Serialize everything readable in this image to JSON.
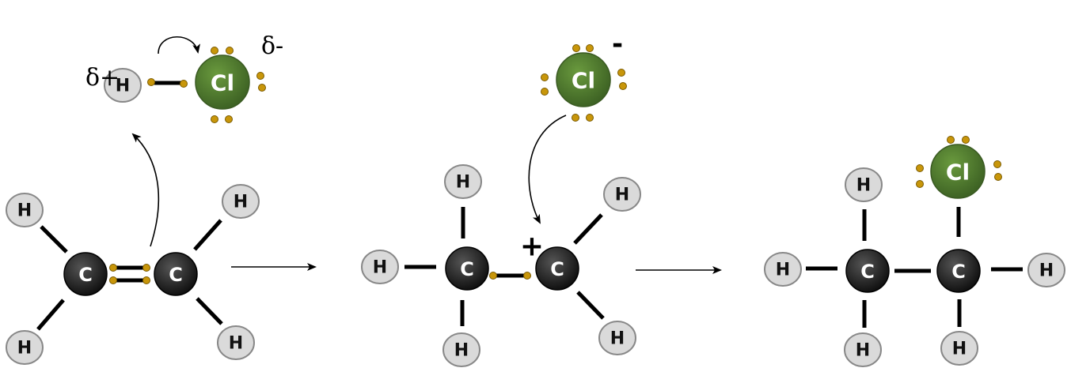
{
  "title": "Electrophilic addition of HCl to ethene",
  "atoms": {
    "hydrogen": "H",
    "carbon": "C",
    "chlorine": "Cl"
  },
  "charges": {
    "delta_plus": "δ+",
    "delta_minus": "δ-",
    "anion": "-",
    "cation": "+"
  },
  "colors": {
    "hydrogen_fill": "#dadada",
    "carbon_fill": "#1e1e1e",
    "chlorine_fill": "#4e7a2e",
    "electron": "#c8960a",
    "bond": "#000000"
  }
}
